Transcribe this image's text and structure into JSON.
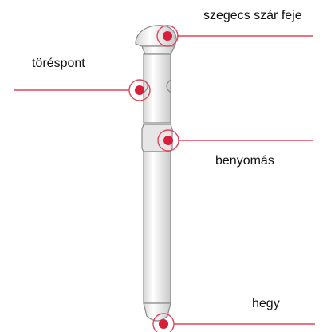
{
  "labels": {
    "head": "szegecs szár feje",
    "break_point": "töréspont",
    "indent": "benyomás",
    "tip": "hegy"
  },
  "colors": {
    "marker": "#d81e3a",
    "line": "#e0455a",
    "shaft_fill": "#f2f2f2",
    "shaft_stroke": "#8a8a8a"
  }
}
